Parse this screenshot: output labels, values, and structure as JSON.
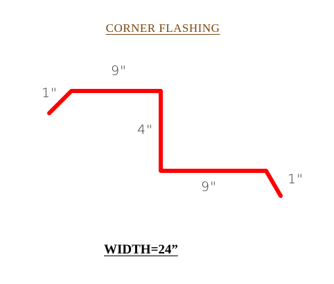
{
  "title": "CORNER  FLASHING",
  "colors": {
    "title": "#7a4a10",
    "flashing": "#ff0000",
    "text": "#000000",
    "dimension": "#333333"
  },
  "dimensions": {
    "left_lip": "1\"",
    "top_flange": "9\"",
    "rise": "4\"",
    "bottom_flange": "9\"",
    "right_lip": "1\""
  },
  "width_label": "WIDTH=24”"
}
